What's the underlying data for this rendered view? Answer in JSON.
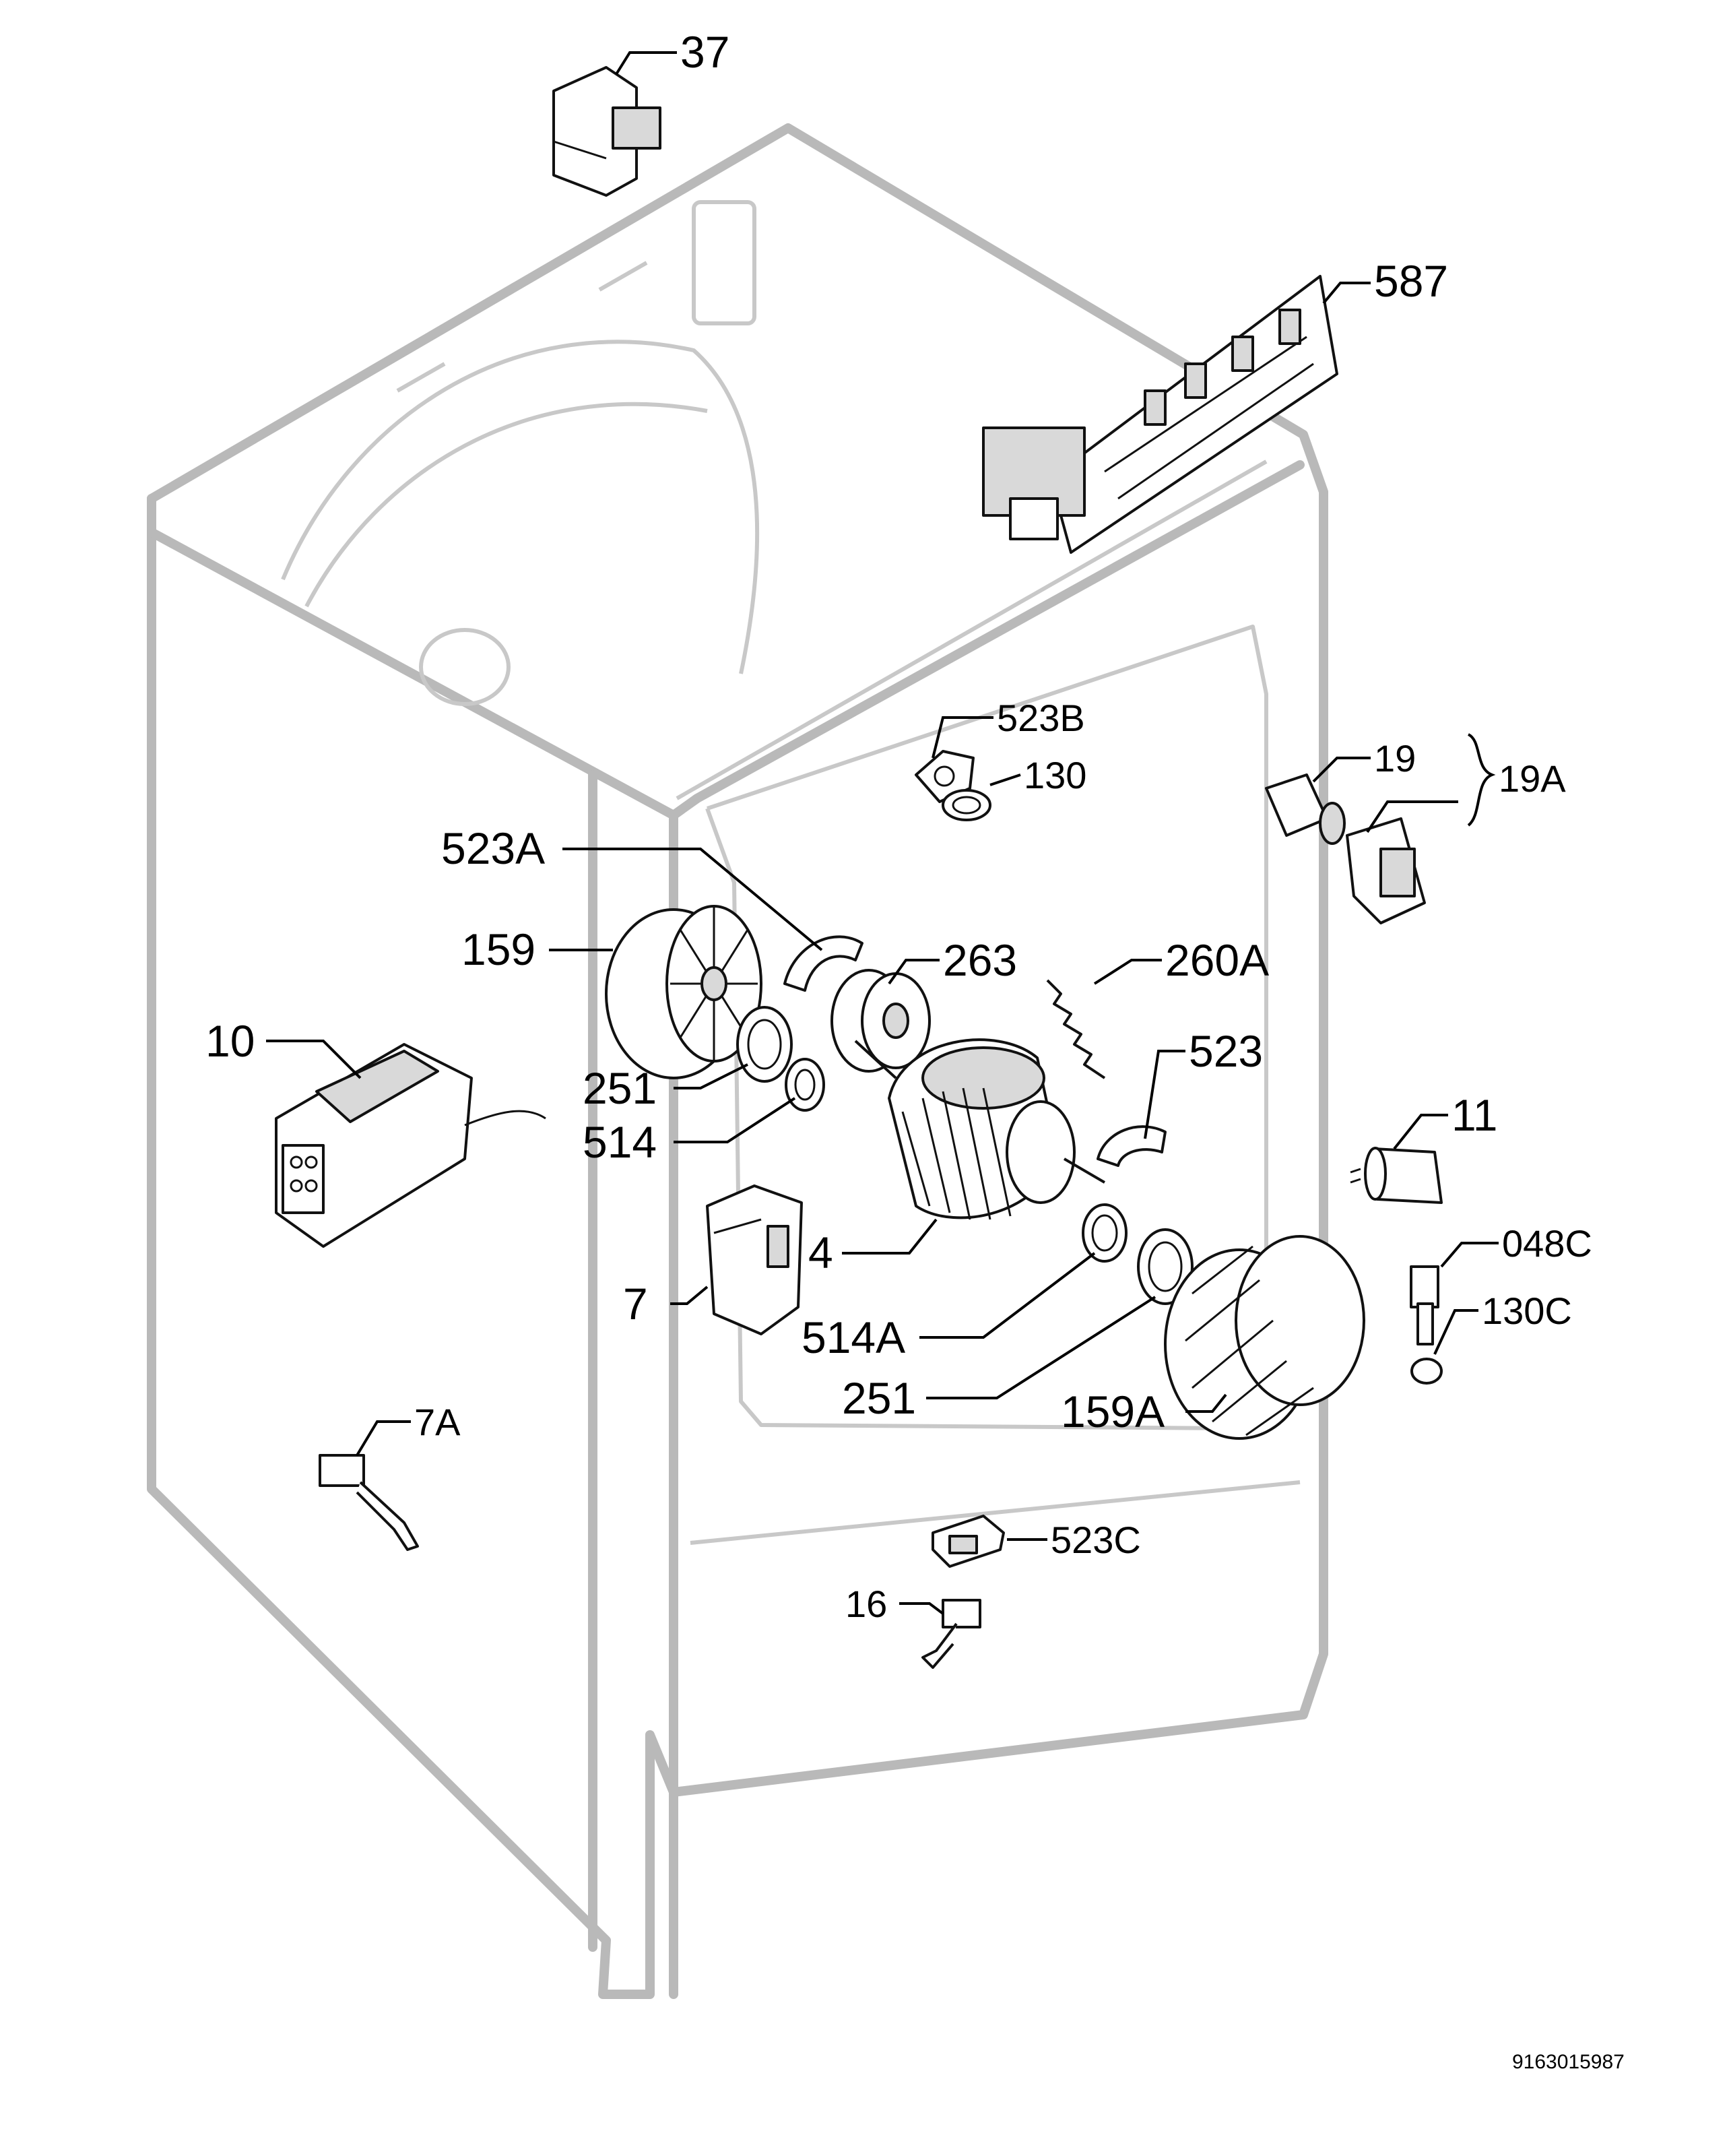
{
  "labels": {
    "p37": "37",
    "p587": "587",
    "p523B": "523B",
    "p130": "130",
    "p19": "19",
    "p19A": "19A",
    "p523A": "523A",
    "p159": "159",
    "p263": "263",
    "p260A": "260A",
    "p10": "10",
    "p251a": "251",
    "p514": "514",
    "p523": "523",
    "p11": "11",
    "p4": "4",
    "p048C": "048C",
    "p7": "7",
    "p130C": "130C",
    "p514A": "514A",
    "p251b": "251",
    "p159A": "159A",
    "p7A": "7A",
    "p523C": "523C",
    "p16": "16"
  },
  "doc_number": "9163015987"
}
